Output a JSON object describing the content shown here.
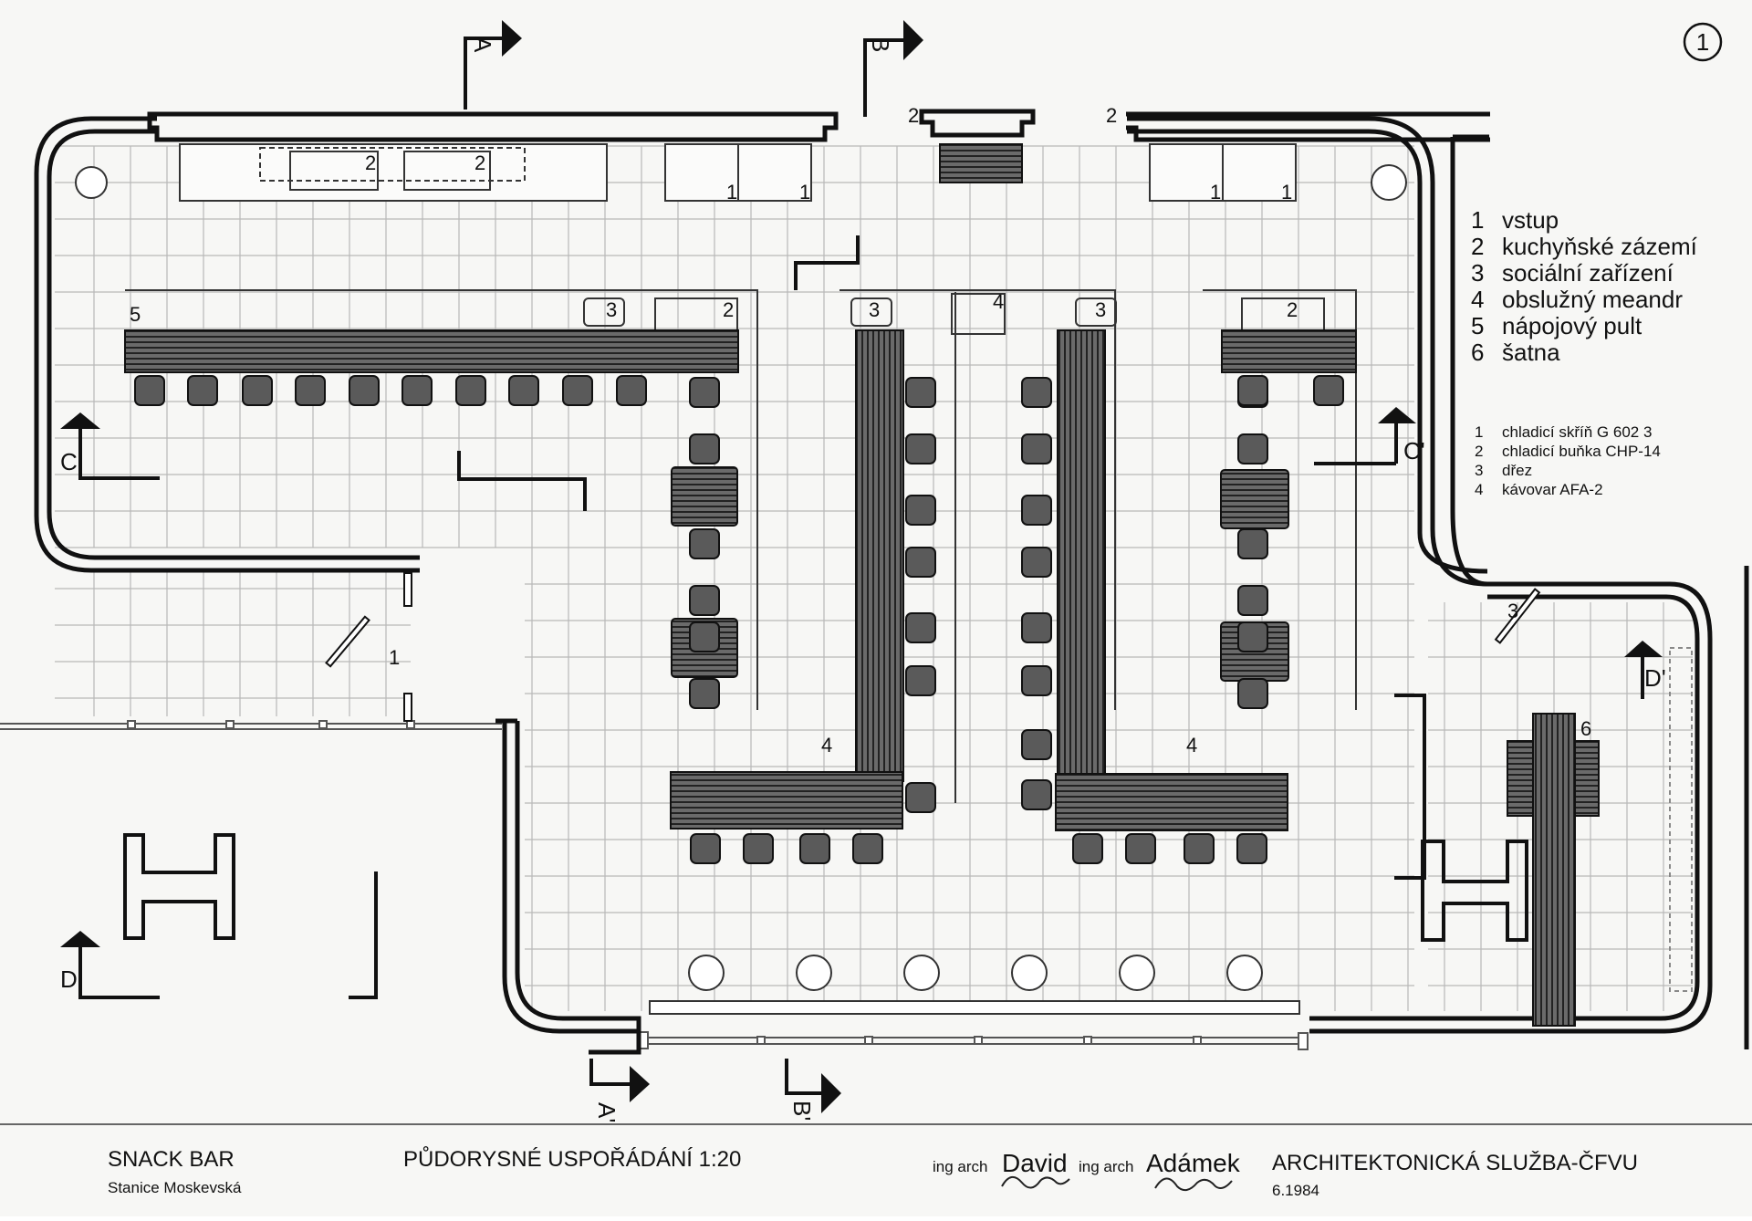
{
  "sheet_number": "1",
  "legend": {
    "rooms": [
      {
        "num": "1",
        "text": "vstup"
      },
      {
        "num": "2",
        "text": "kuchyňské zázemí"
      },
      {
        "num": "3",
        "text": "sociální zařízení"
      },
      {
        "num": "4",
        "text": "obslužný meandr"
      },
      {
        "num": "5",
        "text": "nápojový pult"
      },
      {
        "num": "6",
        "text": "šatna"
      }
    ],
    "equipment": [
      {
        "num": "1",
        "text": "chladicí skříň G 602 3"
      },
      {
        "num": "2",
        "text": "chladicí buňka CHP-14"
      },
      {
        "num": "3",
        "text": "dřez"
      },
      {
        "num": "4",
        "text": "kávovar AFA-2"
      }
    ]
  },
  "plan_labels": {
    "entry": "1",
    "kitchen": "2",
    "wc": "3",
    "meander": "4",
    "bar": "5",
    "cloakroom": "6"
  },
  "sections": {
    "a": "A",
    "a_prime": "A'",
    "b": "B",
    "b_prime": "B'",
    "c": "C",
    "c_prime": "C'",
    "d": "D",
    "d_prime": "D'"
  },
  "title_block": {
    "project": "SNACK BAR",
    "location": "Stanice Moskevská",
    "drawing": "PŮDORYSNÉ USPOŘÁDÁNÍ 1:20",
    "author1_prefix": "ing arch",
    "author1_name": "David",
    "author2_prefix": "ing arch",
    "author2_name": "Adámek",
    "office": "ARCHITEKTONICKÁ SLUŽBA-ČFVU",
    "date": "6.1984"
  },
  "colors": {
    "ink": "#111111",
    "paper": "#f7f7f5",
    "grid": "#b8b8b8",
    "hatch": "#3a3a3a"
  }
}
